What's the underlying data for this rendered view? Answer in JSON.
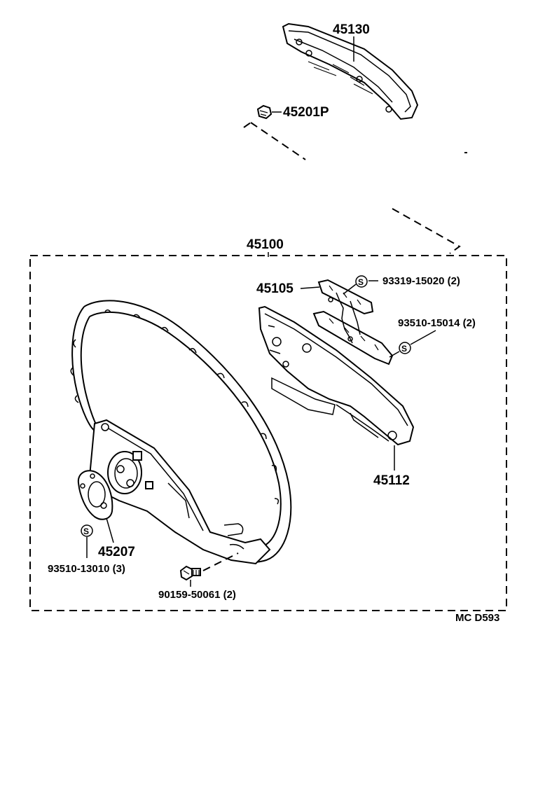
{
  "diagram": {
    "labels": {
      "pad_cover": "45130",
      "nut": "45201P",
      "wheel_assy": "45100",
      "emblem_bracket": "45105",
      "screw_a": "93319-15020 (2)",
      "screw_b": "93510-15014 (2)",
      "horn_pad": "45112",
      "hub_plate": "45207",
      "screw_c": "93510-13010 (3)",
      "bolt": "90159-50061 (2)",
      "catalog_code": "MC D593"
    },
    "symbols": {
      "standard_part": "S"
    }
  }
}
